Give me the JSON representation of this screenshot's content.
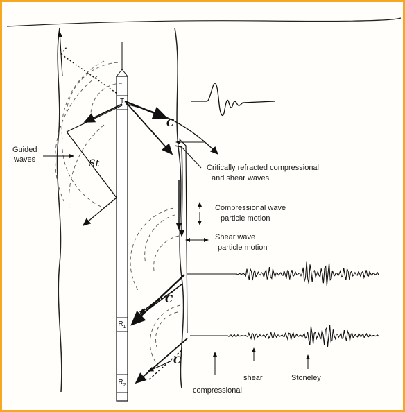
{
  "labels": {
    "guided_waves_line1": "Guided",
    "guided_waves_line2": "waves",
    "critically_refracted_line1": "Critically refracted compressional",
    "critically_refracted_line2": "and shear waves",
    "compressional_motion_line1": "Compressional wave",
    "compressional_motion_line2": "particle motion",
    "shear_motion_line1": "Shear wave",
    "shear_motion_line2": "particle motion",
    "arrival_compressional": "compressional",
    "arrival_shear": "shear",
    "arrival_stoneley": "Stoneley"
  },
  "tool": {
    "transmitter": "T",
    "receiver1": "R",
    "receiver1_sub": "1",
    "receiver2": "R",
    "receiver2_sub": "2"
  },
  "handwritten": {
    "stoneley_mark": "St",
    "c_top": "C",
    "c_mid": "C",
    "c_bottom": "C"
  },
  "colors": {
    "frame": "#f7a823",
    "ink": "#111111"
  }
}
